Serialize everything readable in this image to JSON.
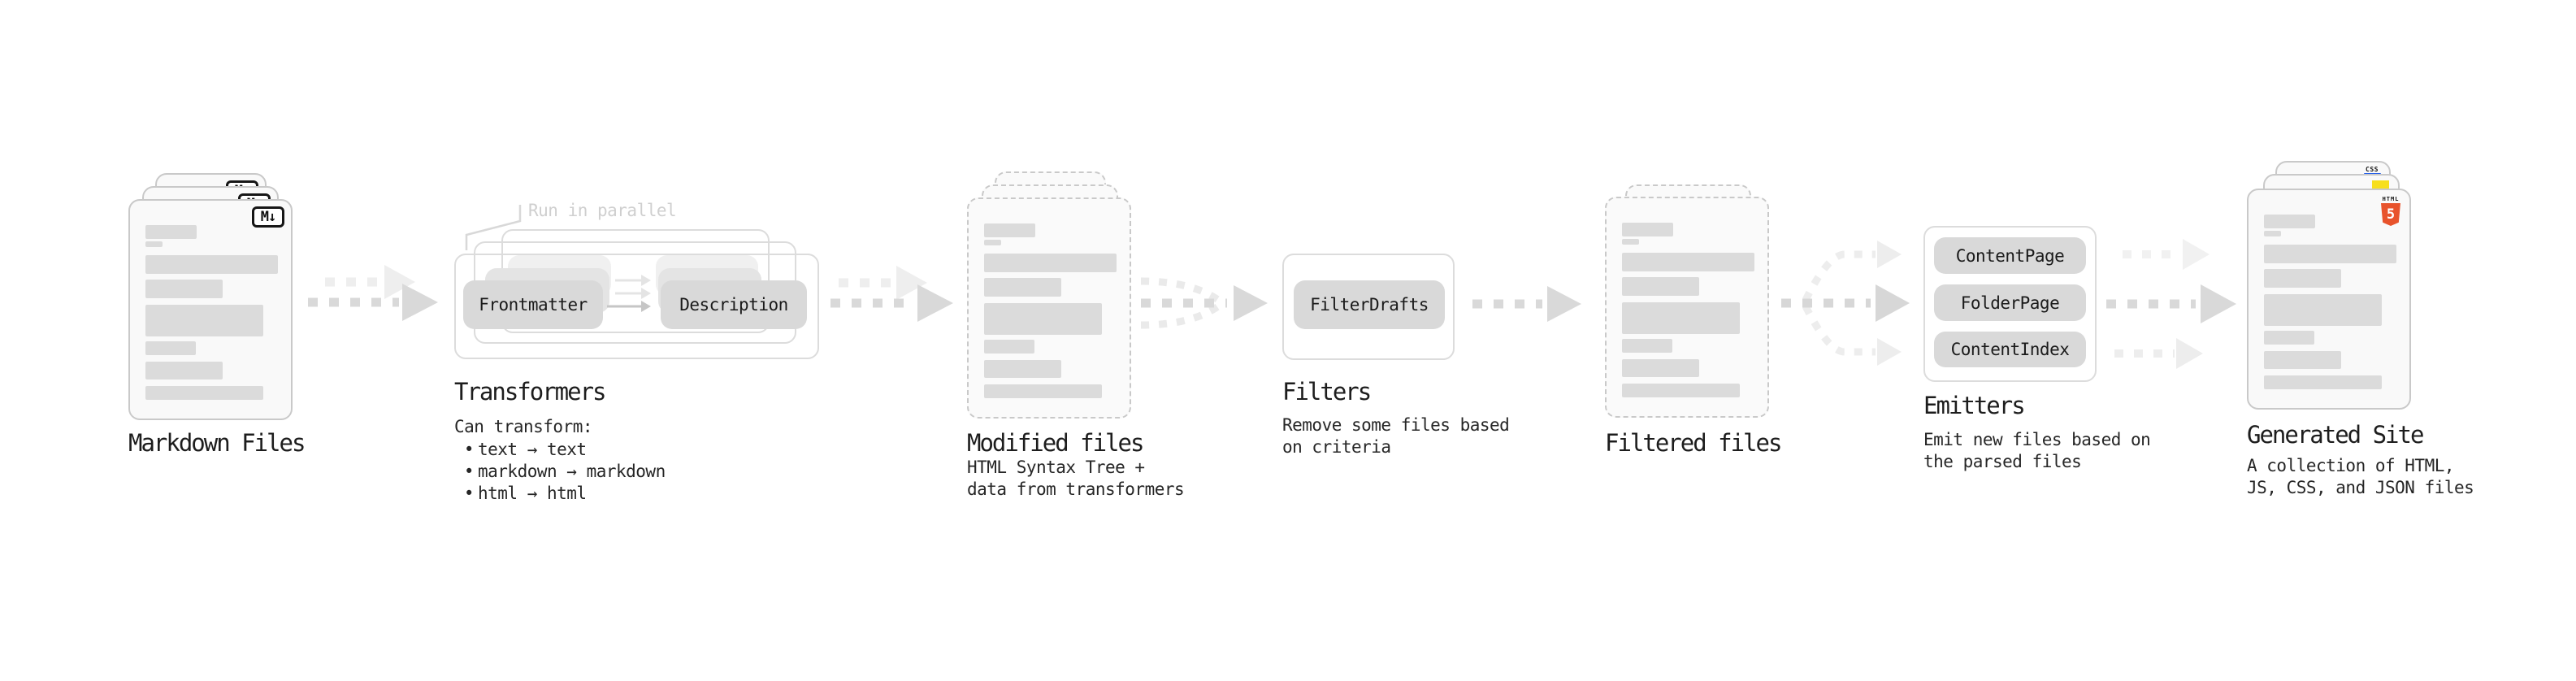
{
  "ui": {
    "bullet_glyph": "•"
  },
  "stages": {
    "markdown_files": {
      "label": "Markdown Files",
      "badge": "M↓"
    },
    "transformers": {
      "title": "Transformers",
      "parallel_note": "Run in parallel",
      "node_a": "Frontmatter",
      "node_b": "Description",
      "can_transform_heading": "Can transform:",
      "transforms": [
        "text → text",
        "markdown → markdown",
        "html → html"
      ]
    },
    "modified_files": {
      "label": "Modified files",
      "lines": [
        "HTML Syntax Tree +",
        "data from transformers"
      ]
    },
    "filters": {
      "title": "Filters",
      "node": "FilterDrafts",
      "lines": [
        "Remove some files based",
        "on criteria"
      ]
    },
    "filtered_files": {
      "label": "Filtered files"
    },
    "emitters": {
      "title": "Emitters",
      "nodes": [
        "ContentPage",
        "FolderPage",
        "ContentIndex"
      ],
      "lines": [
        "Emit new files based on",
        "the parsed files"
      ]
    },
    "generated_site": {
      "label": "Generated Site",
      "lines": [
        "A collection of HTML,",
        "JS, CSS, and JSON files"
      ],
      "badge_html_top": "HTML",
      "badge_html_number": "5",
      "badge_css": "CSS"
    }
  },
  "colors": {
    "html5_orange": "#e8532c",
    "js_yellow": "#f7df1e",
    "css_blue": "#2862e9"
  }
}
